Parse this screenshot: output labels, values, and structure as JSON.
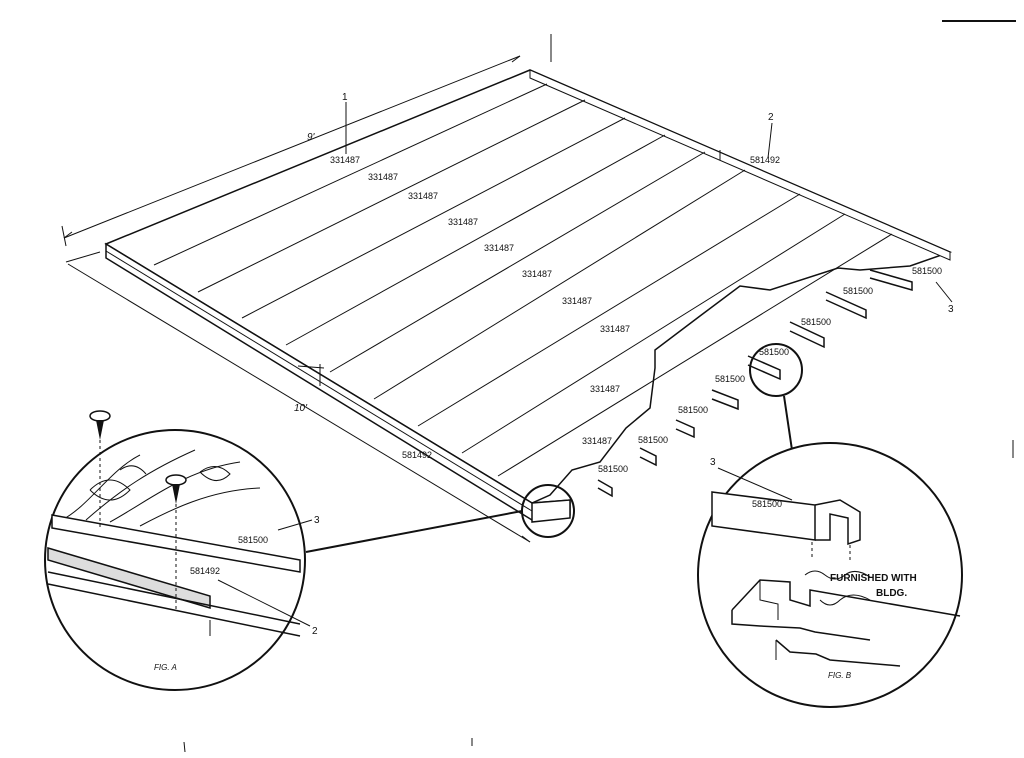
{
  "dimensions": {
    "width": "9'",
    "depth": "10'"
  },
  "callouts": {
    "item1": "1",
    "item2": "2",
    "item3": "3"
  },
  "parts": {
    "plank": "331487",
    "frame_channel": "581492",
    "floor_channel": "581500"
  },
  "fig_a": {
    "caption": "FIG. A",
    "part_channel": "581500",
    "part_frame": "581492",
    "callout_channel": "3",
    "callout_frame": "2"
  },
  "fig_b": {
    "caption": "FIG. B",
    "part_channel": "581500",
    "callout_channel": "3",
    "note_line1": "FURNISHED WITH",
    "note_line2": "BLDG."
  }
}
